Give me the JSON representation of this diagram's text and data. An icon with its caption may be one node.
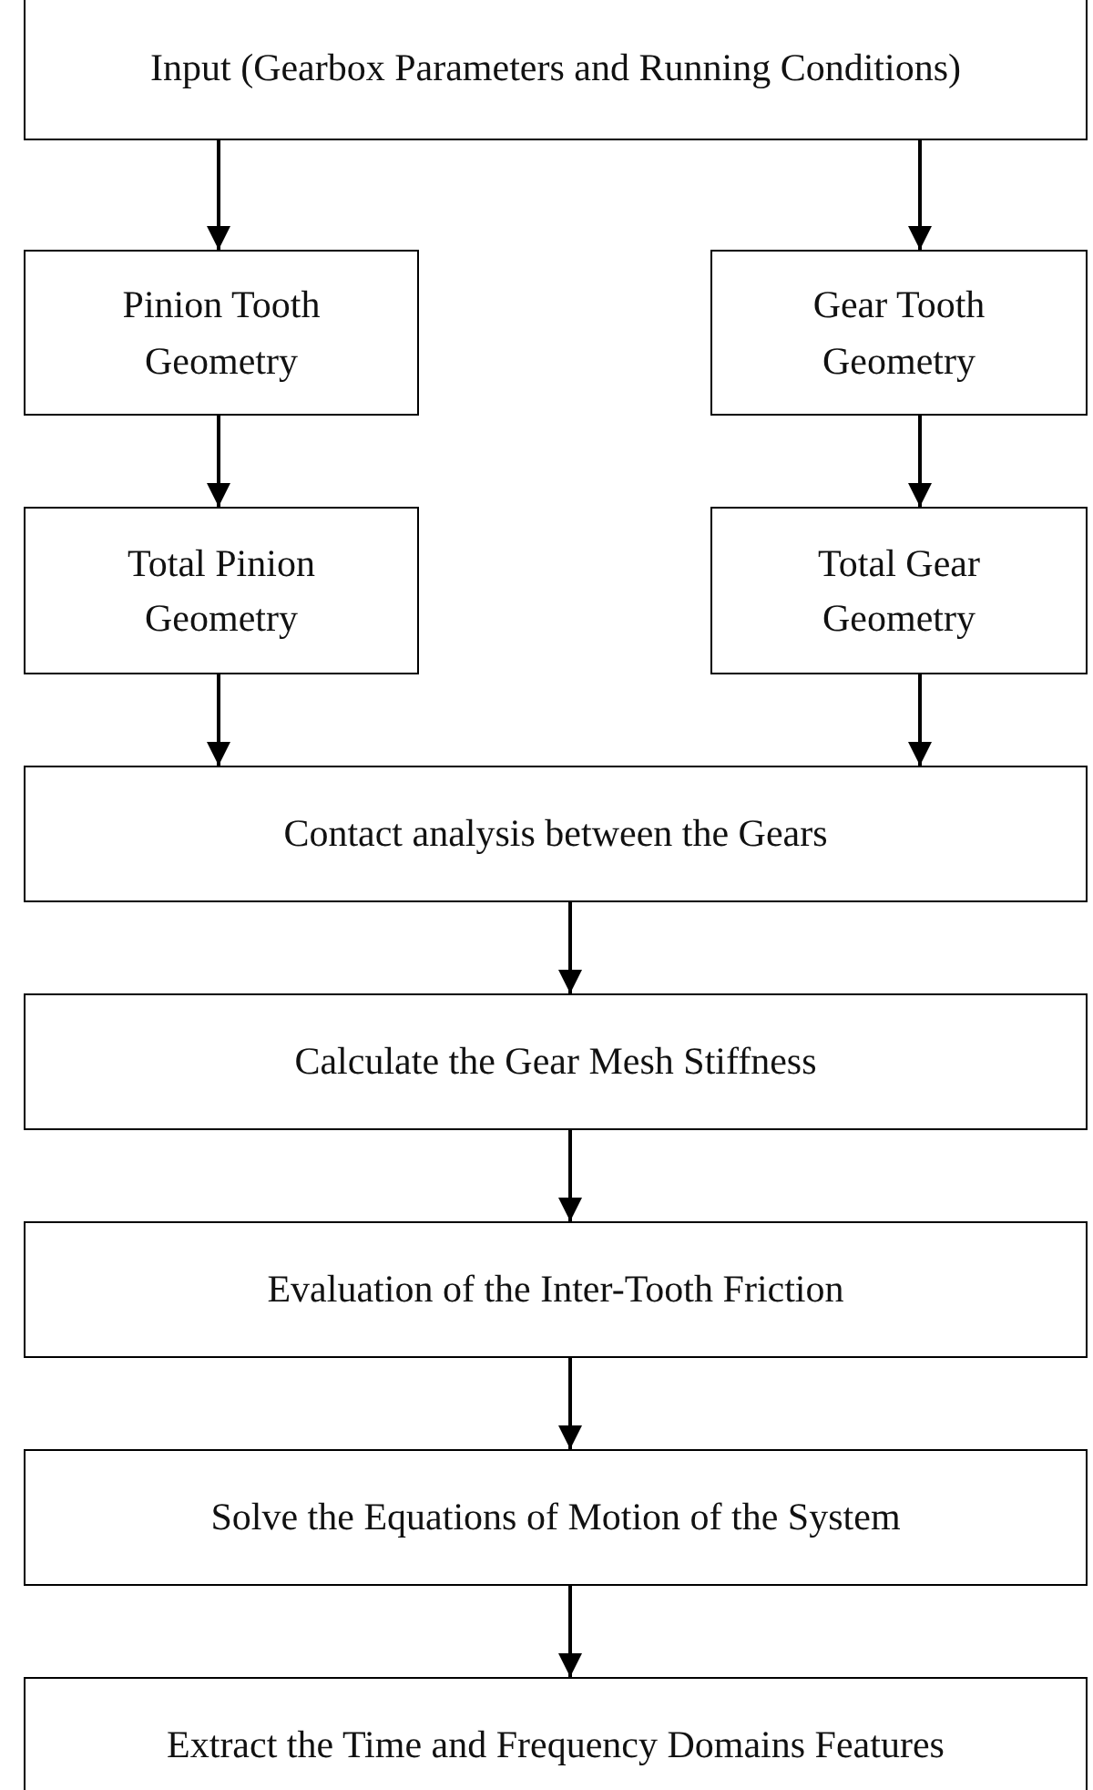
{
  "diagram": {
    "nodes": [
      {
        "text": [
          "Input (Gearbox Parameters and Running Conditions)"
        ]
      },
      {
        "text": [
          "Pinion Tooth Geometry"
        ]
      },
      {
        "text": [
          "Gear Tooth Geometry"
        ]
      },
      {
        "text": [
          "Total Pinion Geometry"
        ]
      },
      {
        "text": [
          "Total Gear Geometry"
        ]
      },
      {
        "text": [
          "Contact analysis between the Gears"
        ]
      },
      {
        "text": [
          "Calculate the Gear Mesh Stiffness"
        ]
      },
      {
        "text": [
          "Evaluation of the Inter-Tooth Friction"
        ]
      },
      {
        "text": [
          "Solve the Equations of Motion of the System"
        ]
      },
      {
        "text": [
          "Extract the Time and Frequency Domains Features"
        ]
      }
    ],
    "edges": [
      {
        "from": 0,
        "to": 1,
        "arrow": "to"
      },
      {
        "from": 0,
        "to": 2,
        "arrow": "to"
      },
      {
        "from": 1,
        "to": 3,
        "arrow": "to"
      },
      {
        "from": 2,
        "to": 4,
        "arrow": "to"
      },
      {
        "from": 3,
        "to": 5,
        "arrow": "to"
      },
      {
        "from": 4,
        "to": 5,
        "arrow": "to"
      },
      {
        "from": 5,
        "to": 6,
        "arrow": "to"
      },
      {
        "from": 6,
        "to": 7,
        "arrow": "to"
      },
      {
        "from": 7,
        "to": 8,
        "arrow": "to"
      },
      {
        "from": 8,
        "to": 9,
        "arrow": "to"
      }
    ]
  }
}
